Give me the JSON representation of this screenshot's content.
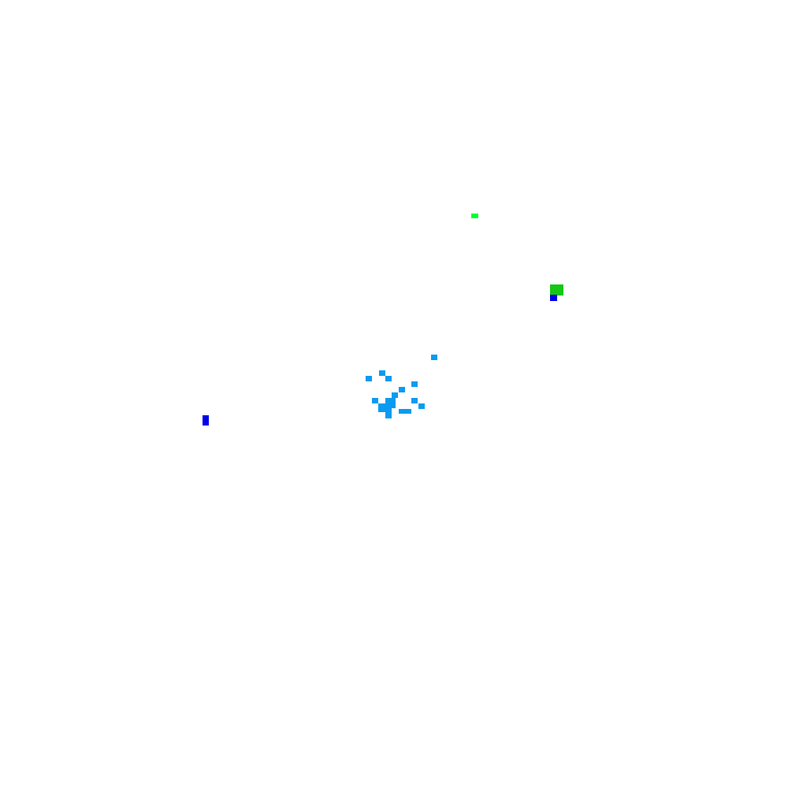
{
  "colors": {
    "background": "#ffffff",
    "light_blue": "#0a9bf0",
    "dark_blue": "#0000e6",
    "green": "#14c814",
    "bright_green": "#00ff33"
  },
  "groups": [
    {
      "name": "light-blue-cluster",
      "color": "light_blue",
      "count": 20
    },
    {
      "name": "green-square",
      "color": "green",
      "count": 1
    },
    {
      "name": "bright-green-dot",
      "color": "bright_green",
      "count": 1
    },
    {
      "name": "dark-blue-marks",
      "color": "dark_blue",
      "count": 2
    }
  ]
}
